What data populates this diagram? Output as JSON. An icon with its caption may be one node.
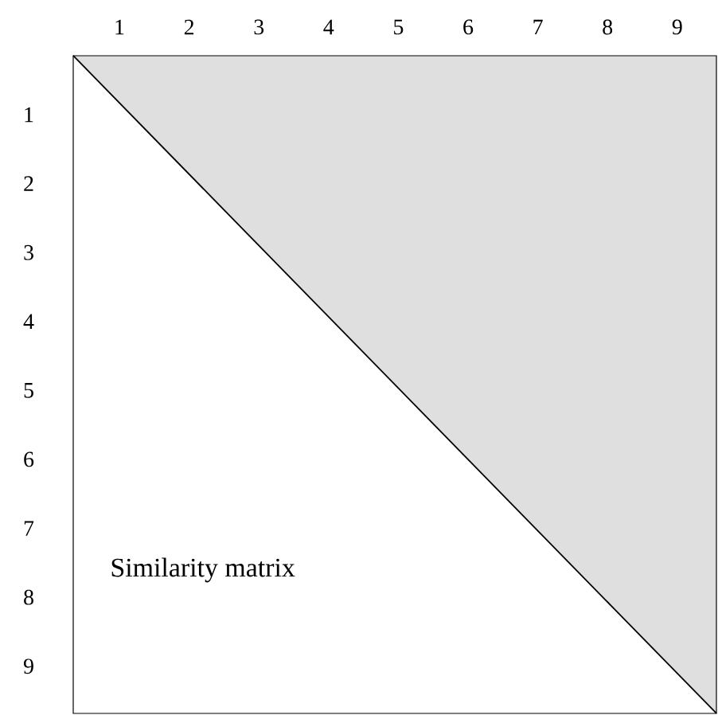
{
  "diagram": {
    "nodes": [
      {
        "text": [
          "Similarity matrix"
        ]
      }
    ],
    "edges": [],
    "labels": [
      "1",
      "2",
      "3",
      "4",
      "5",
      "6",
      "7",
      "8",
      "9",
      "1",
      "2",
      "3",
      "4",
      "5",
      "6",
      "7",
      "8",
      "9"
    ]
  }
}
